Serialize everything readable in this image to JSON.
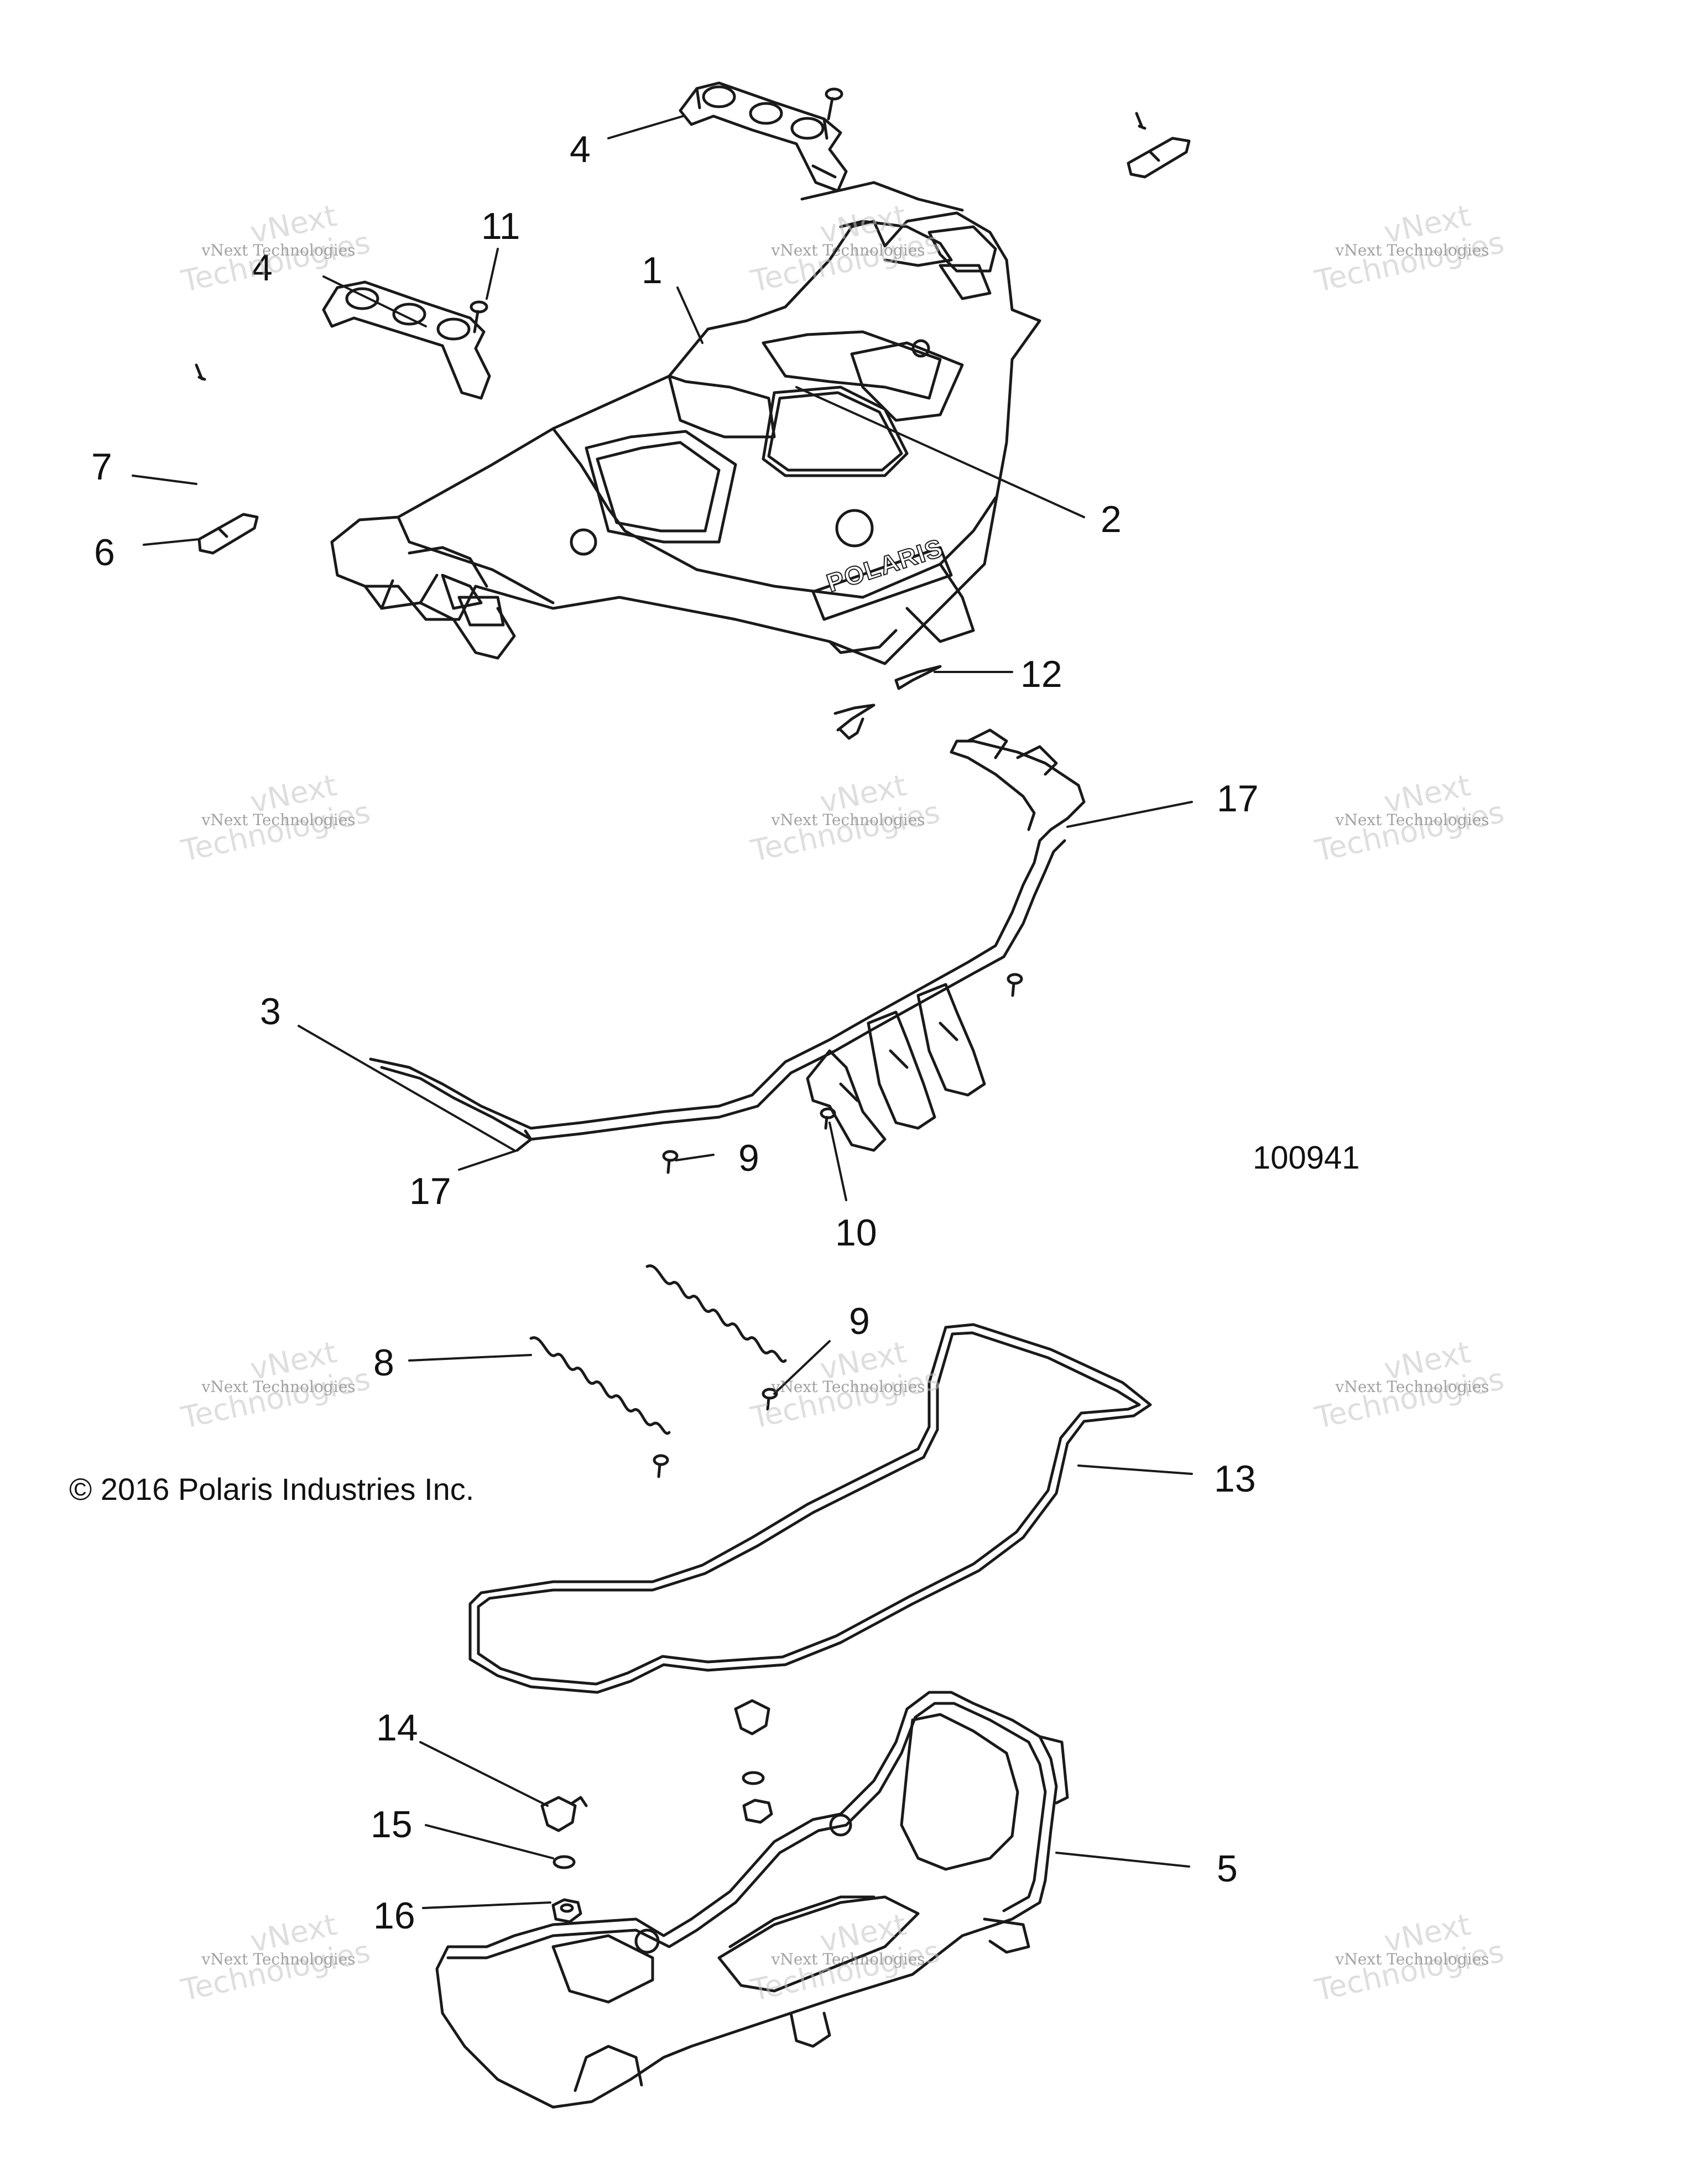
{
  "diagram": {
    "callouts": [
      {
        "id": "c4a",
        "text": "4"
      },
      {
        "id": "c11",
        "text": "11"
      },
      {
        "id": "c4b",
        "text": "4"
      },
      {
        "id": "c1",
        "text": "1"
      },
      {
        "id": "c7",
        "text": "7"
      },
      {
        "id": "c6",
        "text": "6"
      },
      {
        "id": "c2",
        "text": "2"
      },
      {
        "id": "c12",
        "text": "12"
      },
      {
        "id": "c17a",
        "text": "17"
      },
      {
        "id": "c3",
        "text": "3"
      },
      {
        "id": "c9a",
        "text": "9"
      },
      {
        "id": "c17b",
        "text": "17"
      },
      {
        "id": "c10",
        "text": "10"
      },
      {
        "id": "c9b",
        "text": "9"
      },
      {
        "id": "c8",
        "text": "8"
      },
      {
        "id": "c13",
        "text": "13"
      },
      {
        "id": "c14",
        "text": "14"
      },
      {
        "id": "c15",
        "text": "15"
      },
      {
        "id": "c16",
        "text": "16"
      },
      {
        "id": "c5",
        "text": "5"
      }
    ],
    "figure_number": "100941",
    "copyright": "© 2016 Polaris Industries Inc.",
    "brand_mark": "POLARIS",
    "watermark": {
      "line_top": "vNext",
      "line_small": "vNext Technologies",
      "line_big": "Technologies"
    }
  }
}
